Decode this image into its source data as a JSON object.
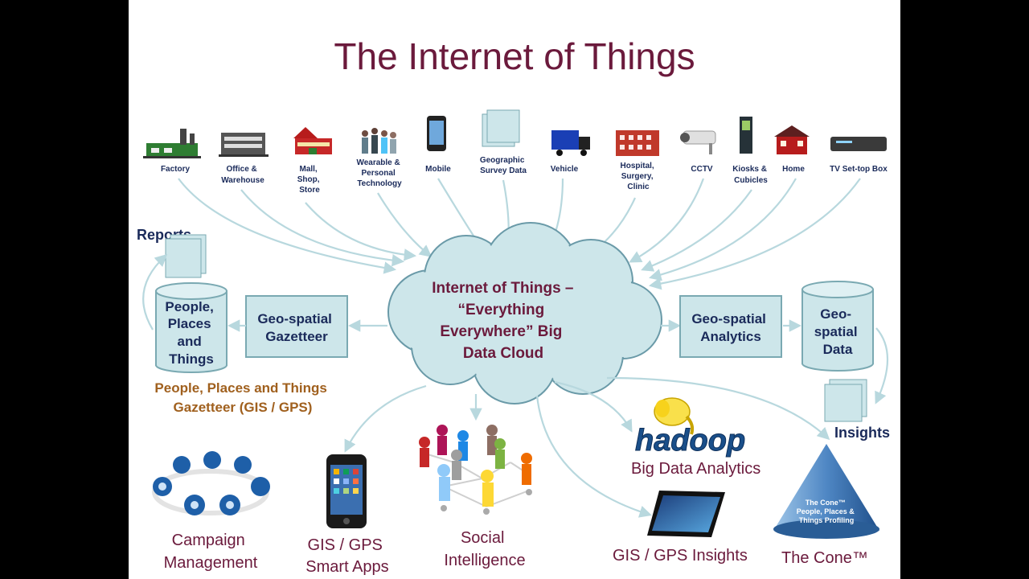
{
  "title": "The Internet of Things",
  "sources": [
    {
      "lines": [
        "Factory"
      ],
      "icon": "factory-icon"
    },
    {
      "lines": [
        "Office &",
        "Warehouse"
      ],
      "icon": "office-icon"
    },
    {
      "lines": [
        "Mall,",
        "Shop,",
        "Store"
      ],
      "icon": "mall-icon"
    },
    {
      "lines": [
        "Wearable &",
        "Personal",
        "Technology"
      ],
      "icon": "people-icon"
    },
    {
      "lines": [
        "Mobile"
      ],
      "icon": "mobile-icon"
    },
    {
      "lines": [
        "Geographic",
        "Survey Data"
      ],
      "icon": "survey-icon"
    },
    {
      "lines": [
        "Vehicle"
      ],
      "icon": "truck-icon"
    },
    {
      "lines": [
        "Hospital,",
        "Surgery,",
        "Clinic"
      ],
      "icon": "hospital-icon"
    },
    {
      "lines": [
        "CCTV"
      ],
      "icon": "cctv-icon"
    },
    {
      "lines": [
        "Kiosks &",
        "Cubicles"
      ],
      "icon": "kiosk-icon"
    },
    {
      "lines": [
        "Home"
      ],
      "icon": "home-icon"
    },
    {
      "lines": [
        "TV Set-top Box"
      ],
      "icon": "settop-box-icon"
    }
  ],
  "cloud": {
    "lines": [
      "Internet of Things –",
      "“Everything",
      "Everywhere” Big",
      "Data Cloud"
    ]
  },
  "left": {
    "reports_label": "Reports",
    "cylinder_lines": [
      "People,",
      "Places",
      "and",
      "Things"
    ],
    "gazetteer_lines": [
      "Geo-spatial",
      "Gazetteer"
    ],
    "caption_lines": [
      "People, Places and Things",
      "Gazetteer (GIS / GPS)"
    ]
  },
  "right": {
    "analytics_lines": [
      "Geo-spatial",
      "Analytics"
    ],
    "cylinder_lines": [
      "Geo-",
      "spatial",
      "Data"
    ],
    "insights_label": "Insights"
  },
  "outputs": {
    "campaign_lines": [
      "Campaign",
      "Management"
    ],
    "gis_apps_lines": [
      "GIS / GPS",
      "Smart Apps"
    ],
    "social_lines": [
      "Social",
      "Intelligence"
    ],
    "hadoop_logo": "hadoop",
    "big_data_label": "Big Data Analytics",
    "gis_insights_label": "GIS / GPS Insights",
    "cone_inner_lines": [
      "The Cone™",
      "People, Places &",
      "Things Profiling"
    ],
    "cone_label": "The Cone™"
  },
  "colors": {
    "title": "#6b1a3c",
    "navy": "#1a2a5a",
    "brown": "#a0601e",
    "box_fill": "#cde6ea",
    "arrow": "#b8d8de"
  }
}
